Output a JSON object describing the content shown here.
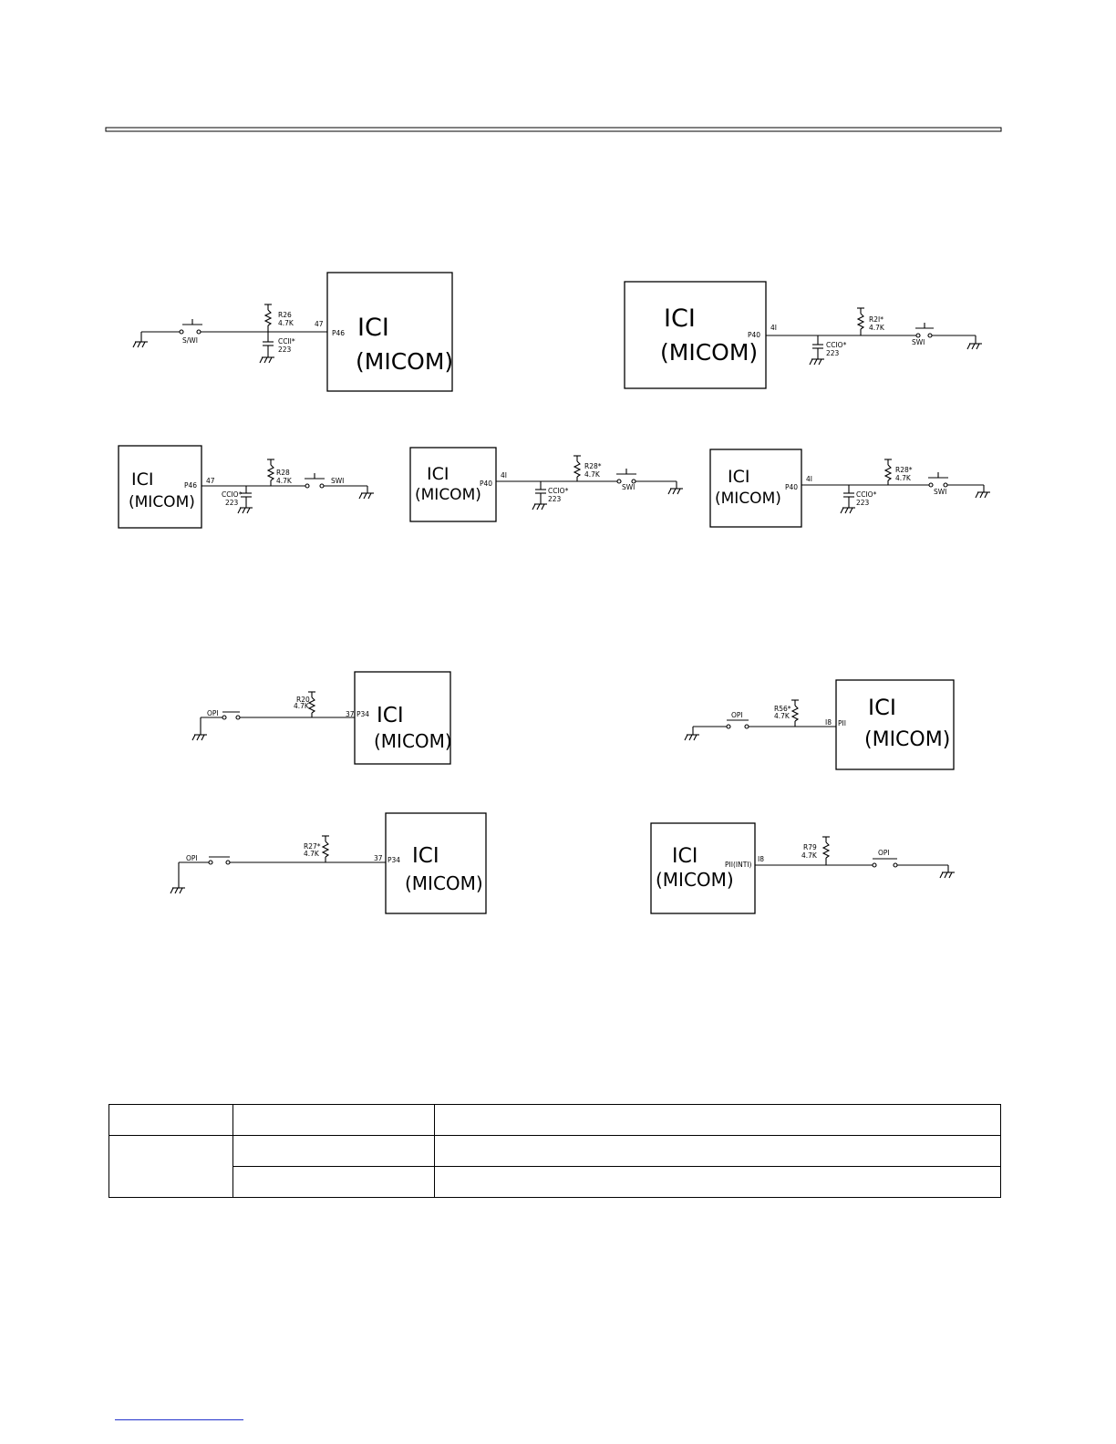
{
  "circuits": [
    {
      "ic_line1": "ICI",
      "ic_line2": "(MICOM)",
      "pin_number": "47",
      "pin_name": "P46",
      "resistor_name": "R26",
      "resistor_value": "4.7K",
      "capacitor_name": "CCII*",
      "capacitor_value": "223",
      "switch_name": "S/WI"
    },
    {
      "ic_line1": "ICI",
      "ic_line2": "(MICOM)",
      "pin_number": "4I",
      "pin_name": "P40",
      "resistor_name": "R2I*",
      "resistor_value": "4.7K",
      "capacitor_name": "CCIO*",
      "capacitor_value": "223",
      "switch_name": "SWI"
    },
    {
      "ic_line1": "ICI",
      "ic_line2": "(MICOM)",
      "pin_number": "47",
      "pin_name": "P46",
      "resistor_name": "R28",
      "resistor_value": "4.7K",
      "capacitor_name": "CCIO*",
      "capacitor_value": "223",
      "switch_name": "SWI"
    },
    {
      "ic_line1": "ICI",
      "ic_line2": "(MICOM)",
      "pin_number": "4I",
      "pin_name": "P40",
      "resistor_name": "R28*",
      "resistor_value": "4.7K",
      "capacitor_name": "CCIO*",
      "capacitor_value": "223",
      "switch_name": "SWI"
    },
    {
      "ic_line1": "ICI",
      "ic_line2": "(MICOM)",
      "pin_number": "4I",
      "pin_name": "P40",
      "resistor_name": "R28*",
      "resistor_value": "4.7K",
      "capacitor_name": "CCIO*",
      "capacitor_value": "223",
      "switch_name": "SWI"
    },
    {
      "ic_line1": "ICI",
      "ic_line2": "(MICOM)",
      "pin_number": "37",
      "pin_name": "P34",
      "resistor_name": "R20",
      "resistor_value": "4.7K",
      "switch_name": "OPI"
    },
    {
      "ic_line1": "ICI",
      "ic_line2": "(MICOM)",
      "pin_number": "I8",
      "pin_name": "PII",
      "resistor_name": "R56*",
      "resistor_value": "4.7K",
      "switch_name": "OPI"
    },
    {
      "ic_line1": "ICI",
      "ic_line2": "(MICOM)",
      "pin_number": "37",
      "pin_name": "P34",
      "resistor_name": "R27*",
      "resistor_value": "4.7K",
      "switch_name": "OPI"
    },
    {
      "ic_line1": "ICI",
      "ic_line2": "(MICOM)",
      "pin_number": "I8",
      "pin_name": "PII(INTI)",
      "resistor_name": "R79",
      "resistor_value": "4.7K",
      "switch_name": "OPI"
    }
  ],
  "table": {
    "rows": [
      [
        "",
        "",
        ""
      ],
      [
        "",
        "",
        ""
      ],
      [
        "",
        ""
      ]
    ]
  }
}
